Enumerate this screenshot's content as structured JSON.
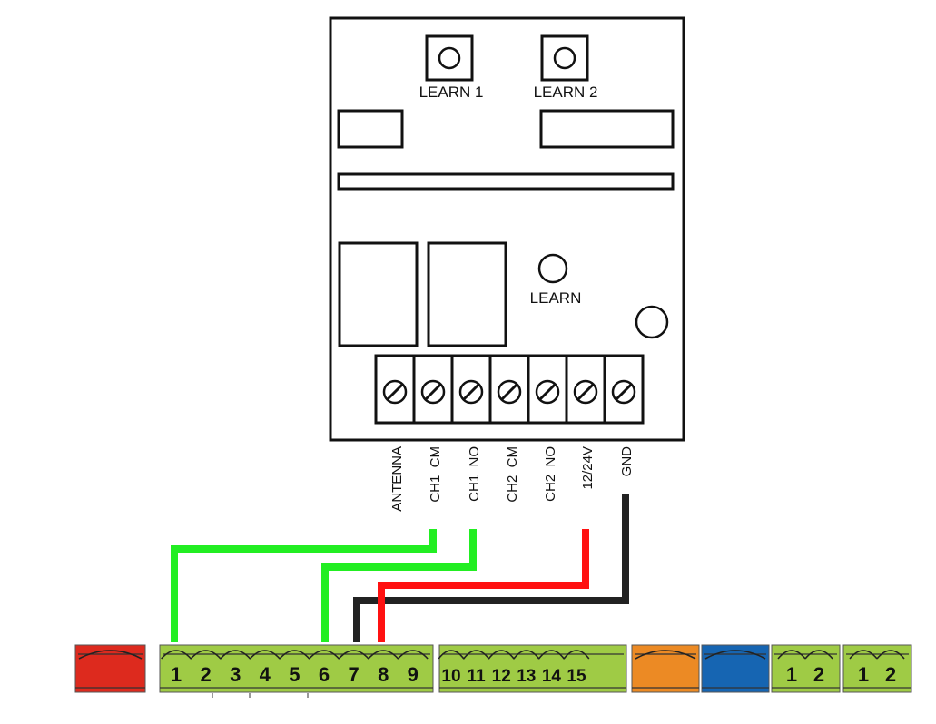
{
  "module": {
    "buttons": {
      "learn1": "LEARN 1",
      "learn2": "LEARN 2",
      "learn": "LEARN"
    },
    "terminals": [
      "ANTENNA",
      "CH1  CM",
      "CH1  NO",
      "CH2  CM",
      "CH2  NO",
      "12/24V",
      "GND"
    ]
  },
  "wires": [
    {
      "from": "CH1  CM",
      "to": "1",
      "color": "#22ee22"
    },
    {
      "from": "CH1  NO",
      "to": "6",
      "color": "#22ee22"
    },
    {
      "from": "GND",
      "to": "7",
      "color": "#222222"
    },
    {
      "from": "12/24V",
      "to": "8",
      "color": "#ff1111"
    }
  ],
  "strip": {
    "block_red": {
      "color": "#dd2a1e",
      "labels": []
    },
    "block_a": {
      "color": "#9fcb45",
      "labels": [
        "1",
        "2",
        "3",
        "4",
        "5",
        "6",
        "7",
        "8",
        "9"
      ]
    },
    "block_b": {
      "color": "#9fcb45",
      "labels": [
        "10",
        "11",
        "12",
        "13",
        "14",
        "15"
      ]
    },
    "block_orange": {
      "color": "#ec8a24",
      "labels": []
    },
    "block_blue": {
      "color": "#1665b2",
      "labels": []
    },
    "block_c": {
      "color": "#9fcb45",
      "labels": [
        "1",
        "2"
      ]
    },
    "block_d": {
      "color": "#9fcb45",
      "labels": [
        "1",
        "2"
      ]
    }
  }
}
